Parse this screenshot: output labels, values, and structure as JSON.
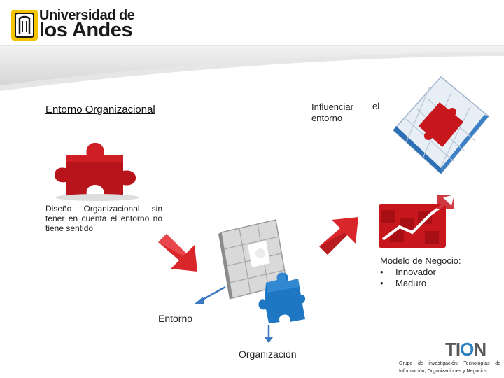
{
  "logo": {
    "line1": "Universidad de",
    "line2": "los Andes"
  },
  "title": "Entorno Organizacional",
  "influence": {
    "text": "Influenciar entorno",
    "word_el": "el"
  },
  "design_caption": "Diseño Organizacional sin tener en cuenta el entorno no tiene sentido",
  "business_model": {
    "heading": "Modelo de Negocio:",
    "items": [
      "Innovador",
      "Maduro"
    ]
  },
  "label_entorno": "Entorno",
  "label_organizacion": "Organización",
  "footer": {
    "brand_prefix": "TI",
    "brand_o": "O",
    "brand_suffix": "N",
    "text": "Grupo de investigación: Tecnologías de Información, Organizaciones y Negocios"
  },
  "colors": {
    "brand_yellow": "#f5c400",
    "puzzle_red": "#c8161d",
    "puzzle_blue": "#1f77c4",
    "arrow_red": "#d9262b",
    "arrow_blue": "#3a78c0"
  },
  "icons": {
    "logo": "university-crest-icon",
    "red-puzzle": "puzzle-piece-icon",
    "puzzle-cube": "puzzle-square-icon",
    "growth": "growth-chart-icon"
  }
}
